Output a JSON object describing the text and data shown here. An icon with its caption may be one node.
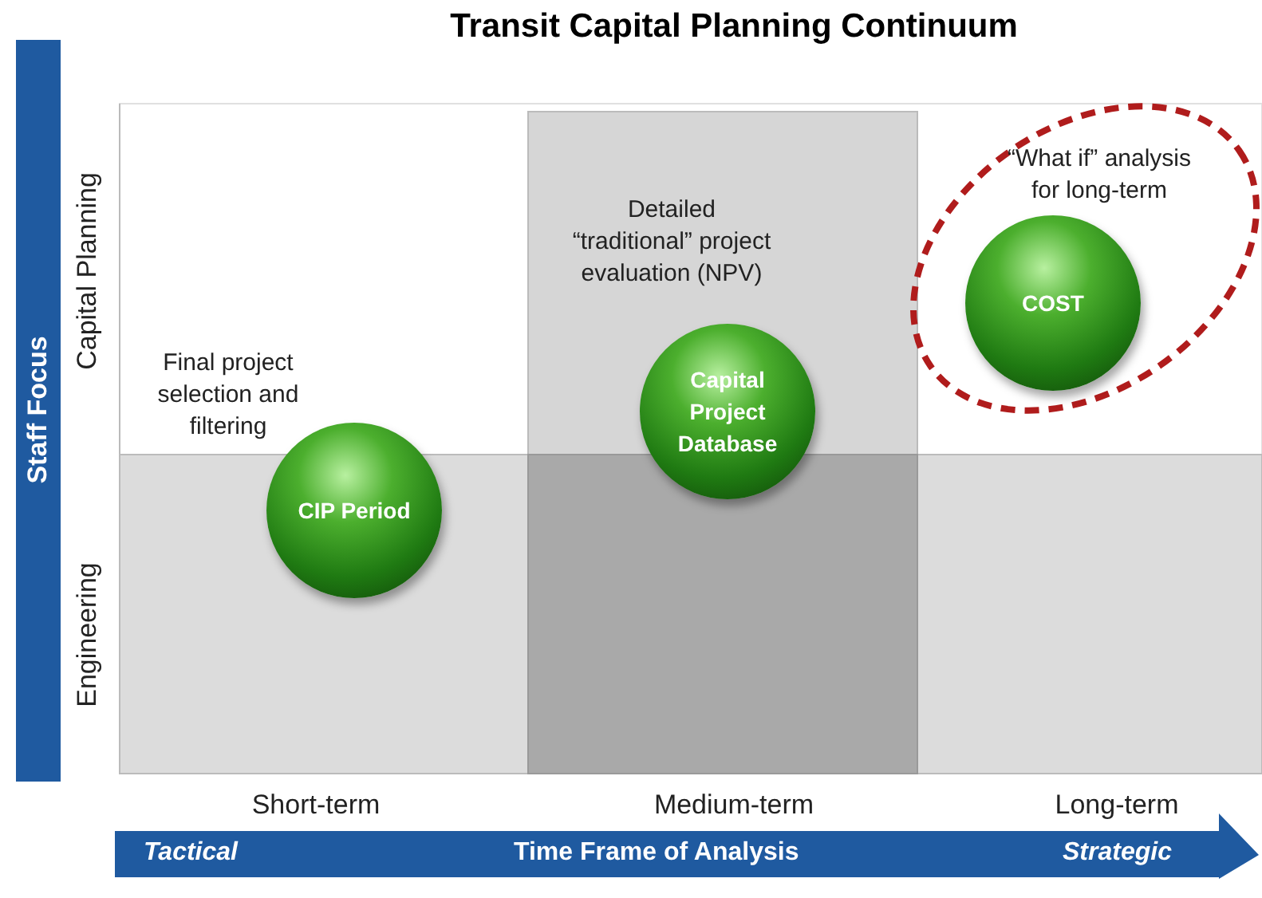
{
  "diagram": {
    "title": "Transit Capital Planning Continuum",
    "nodes": [
      {
        "text": [
          "Staff Focus"
        ]
      },
      {
        "text": [
          "CIP Period"
        ]
      },
      {
        "text": [
          "Capital Project Database"
        ]
      },
      {
        "text": [
          "COST"
        ]
      },
      {
        "text": [
          "Tactical",
          "Time Frame of Analysis",
          "Strategic"
        ]
      }
    ],
    "labels": [
      "Capital Planning",
      "Engineering",
      "Final project selection and filtering",
      "Detailed “traditional” project evaluation (NPV)",
      "“What if” analysis for long-term",
      "Short-term",
      "Medium-term",
      "Long-term"
    ]
  }
}
